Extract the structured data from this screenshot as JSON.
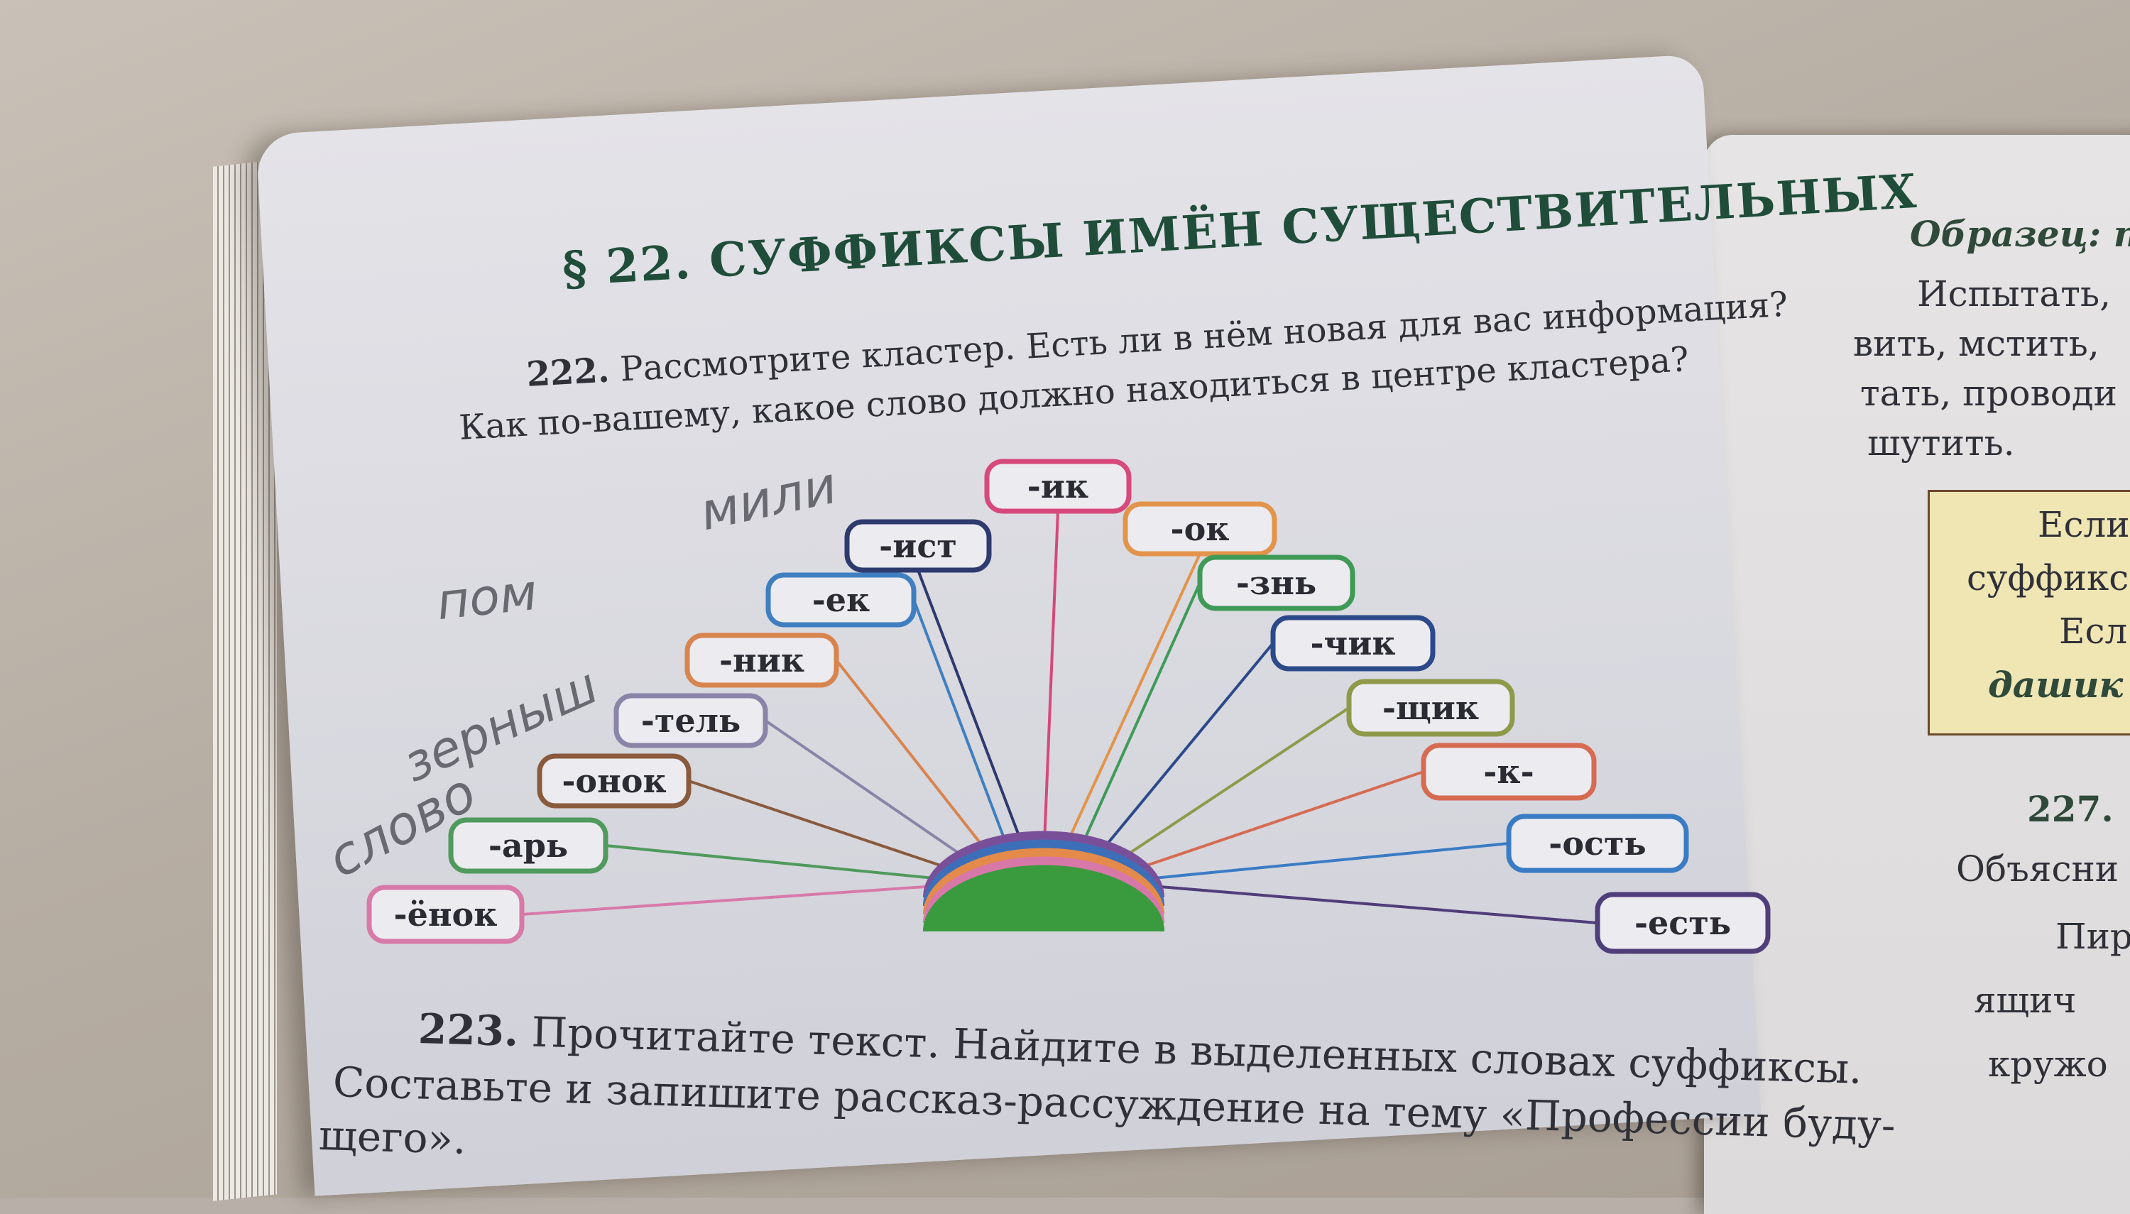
{
  "heading": "§ 22. СУФФИКСЫ ИМЁН СУЩЕСТВИТЕЛЬНЫХ",
  "exercise_222": {
    "number": "222.",
    "line1": "Рассмотрите кластер. Есть ли в нём новая для вас информация?",
    "line2": "Как по-вашему, какое слово должно находиться в центре кластера?"
  },
  "cluster": {
    "suffixes": [
      {
        "label": "-ёнок",
        "color": "#d87aa8"
      },
      {
        "label": "-арь",
        "color": "#4f9a5c"
      },
      {
        "label": "-онок",
        "color": "#8a5a3c"
      },
      {
        "label": "-тель",
        "color": "#8a84a8"
      },
      {
        "label": "-ник",
        "color": "#d8844e"
      },
      {
        "label": "-ек",
        "color": "#3f7fc0"
      },
      {
        "label": "-ист",
        "color": "#2e3a6e"
      },
      {
        "label": "-ик",
        "color": "#d6497a"
      },
      {
        "label": "-ок",
        "color": "#e2944a"
      },
      {
        "label": "-знь",
        "color": "#3f9a58"
      },
      {
        "label": "-чик",
        "color": "#2c4a8a"
      },
      {
        "label": "-щик",
        "color": "#8e9a4a"
      },
      {
        "label": "-к-",
        "color": "#d66b52"
      },
      {
        "label": "-ость",
        "color": "#3a7cc4"
      },
      {
        "label": "-есть",
        "color": "#4e3e7a"
      }
    ],
    "hub_colors": [
      "#3a9a3e",
      "#d878a8",
      "#e48a4a",
      "#3d6fb8",
      "#7a4f9a"
    ]
  },
  "exercise_223": {
    "number": "223.",
    "line1": "Прочитайте текст. Найдите в выделенных словах суффиксы.",
    "line2": "Составьте и запишите рассказ-рассуждение на тему «Профессии буду-",
    "line3": "щего»."
  },
  "right_page": {
    "sample": "Образец: пи",
    "lines": [
      "Испытать,",
      "вить, мстить,",
      "тать, проводи",
      "шутить."
    ],
    "box_lines": [
      "Если",
      "суффикс",
      "Есл",
      "дашик"
    ],
    "ex_227": "227.",
    "lines_below": [
      "Объясни",
      "Пир",
      "ящич",
      "кружо"
    ]
  },
  "handwriting": [
    "мили",
    "пом",
    "зерныш",
    "слово"
  ]
}
